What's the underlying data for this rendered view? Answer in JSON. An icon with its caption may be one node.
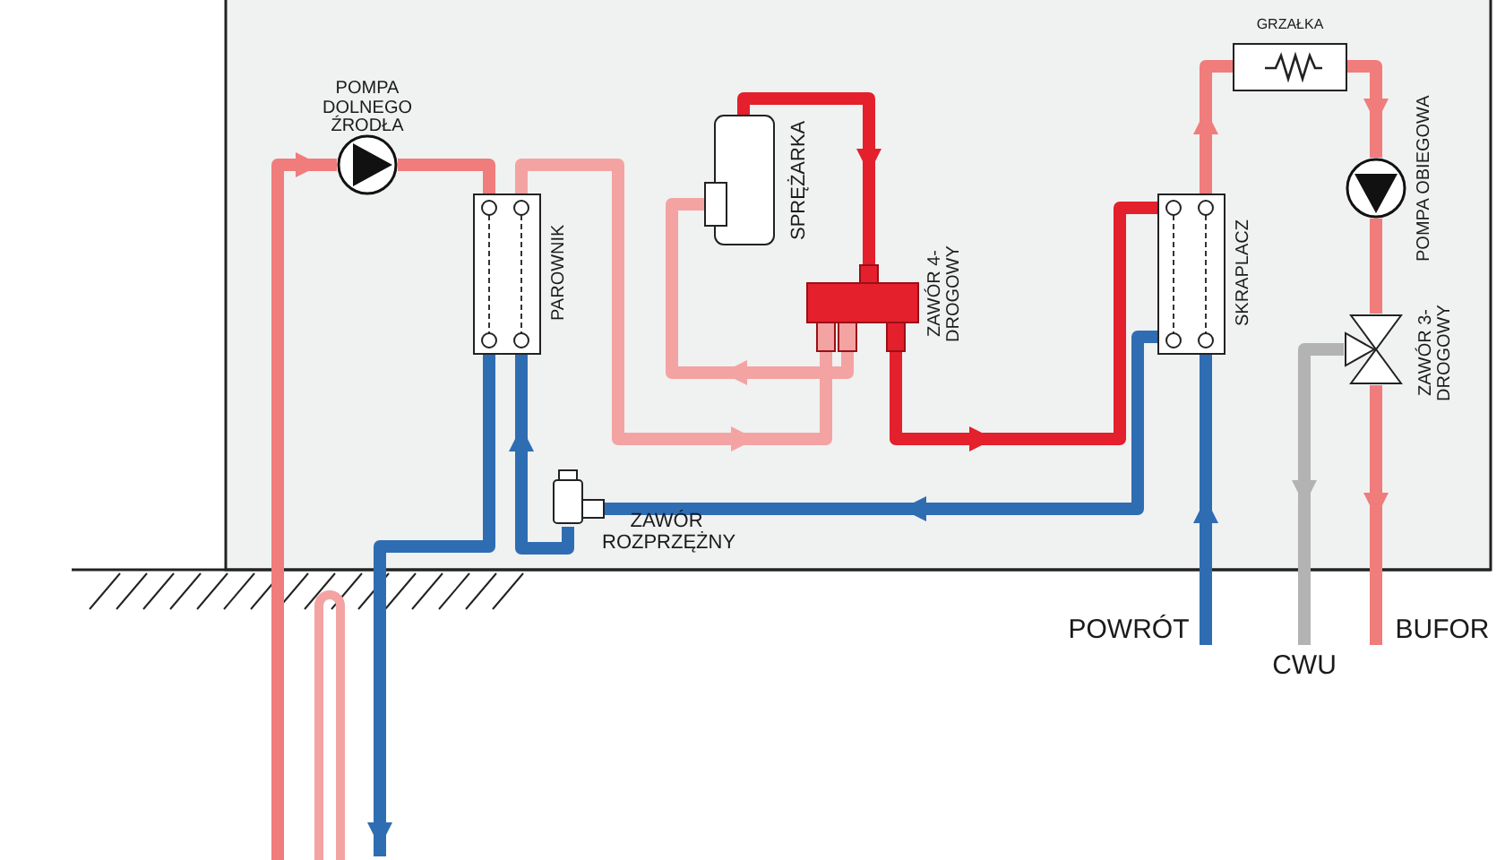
{
  "diagram": {
    "nodes": [
      {
        "text": [
          "POMPA DOLNEGO ŹRODŁA"
        ]
      },
      {
        "text": [
          "PAROWNIK"
        ]
      },
      {
        "text": [
          "SPRĘŻARKA"
        ]
      },
      {
        "text": [
          "ZAWÓR 4-DROGOWY"
        ]
      },
      {
        "text": [
          "ZAWÓR ROZPRZĘŻNY"
        ]
      },
      {
        "text": [
          "SKRAPLACZ"
        ]
      },
      {
        "text": [
          "GRZAŁKA"
        ]
      },
      {
        "text": [
          "POMPA OBIEGOWA"
        ]
      },
      {
        "text": [
          "ZAWÓR 3-DROGOWY"
        ]
      },
      {
        "text": [
          "POWRÓT"
        ]
      },
      {
        "text": [
          "CWU"
        ]
      },
      {
        "text": [
          "BUFOR"
        ]
      }
    ],
    "edges": [
      {
        "from": null,
        "to": 0,
        "arrow": "to"
      },
      {
        "from": 0,
        "to": 1,
        "arrow": "none"
      },
      {
        "from": 1,
        "to": null,
        "arrow": "to",
        "color": "#2f6db3"
      },
      {
        "from": 4,
        "to": 1,
        "arrow": "to",
        "color": "#2f6db3"
      },
      {
        "from": 5,
        "to": 4,
        "arrow": "to",
        "color": "#2f6db3"
      },
      {
        "from": 1,
        "to": 3,
        "arrow": "to",
        "color": "#f4a3a3"
      },
      {
        "from": 3,
        "to": 2,
        "arrow": "to",
        "color": "#f4a3a3"
      },
      {
        "from": 2,
        "to": 3,
        "arrow": "to",
        "color": "#e3202b"
      },
      {
        "from": 3,
        "to": 5,
        "arrow": "to",
        "color": "#e3202b"
      },
      {
        "from": 5,
        "to": 6,
        "arrow": "to"
      },
      {
        "from": 6,
        "to": 7,
        "arrow": "to"
      },
      {
        "from": 7,
        "to": 8,
        "arrow": "none"
      },
      {
        "from": 8,
        "to": 11,
        "arrow": "to"
      },
      {
        "from": 8,
        "to": 10,
        "arrow": "to",
        "color": "#b3b3b3"
      },
      {
        "from": 9,
        "to": 5,
        "arrow": "to",
        "color": "#2f6db3"
      }
    ]
  }
}
